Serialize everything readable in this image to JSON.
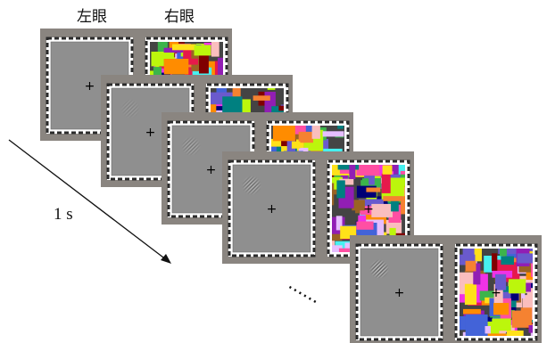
{
  "header": {
    "left_eye": "左眼",
    "right_eye": "右眼"
  },
  "time_label": "1 s",
  "ellipsis": "......",
  "fixation": "+",
  "colors": {
    "panel": "#8a8580",
    "frame_light": "#ffffff",
    "frame_dark": "#2b2b2b",
    "inner_gray": "#8f8f8f",
    "mondrian_palette": [
      "#e6194b",
      "#3cb44b",
      "#ffe119",
      "#4363d8",
      "#f58231",
      "#911eb4",
      "#46f0f0",
      "#f032e6",
      "#bcf60c",
      "#fabebe",
      "#008080",
      "#e6beff",
      "#9a6324",
      "#800000",
      "#000075",
      "#ff4fa3",
      "#6a5acd",
      "#ff8c00"
    ]
  },
  "frames": [
    {
      "id": 1,
      "grating_contrast": 0
    },
    {
      "id": 2,
      "grating_contrast": 0.25
    },
    {
      "id": 3,
      "grating_contrast": 0.5
    },
    {
      "id": 4,
      "grating_contrast": 0.75
    },
    {
      "id": 5,
      "grating_contrast": 1.0
    }
  ]
}
